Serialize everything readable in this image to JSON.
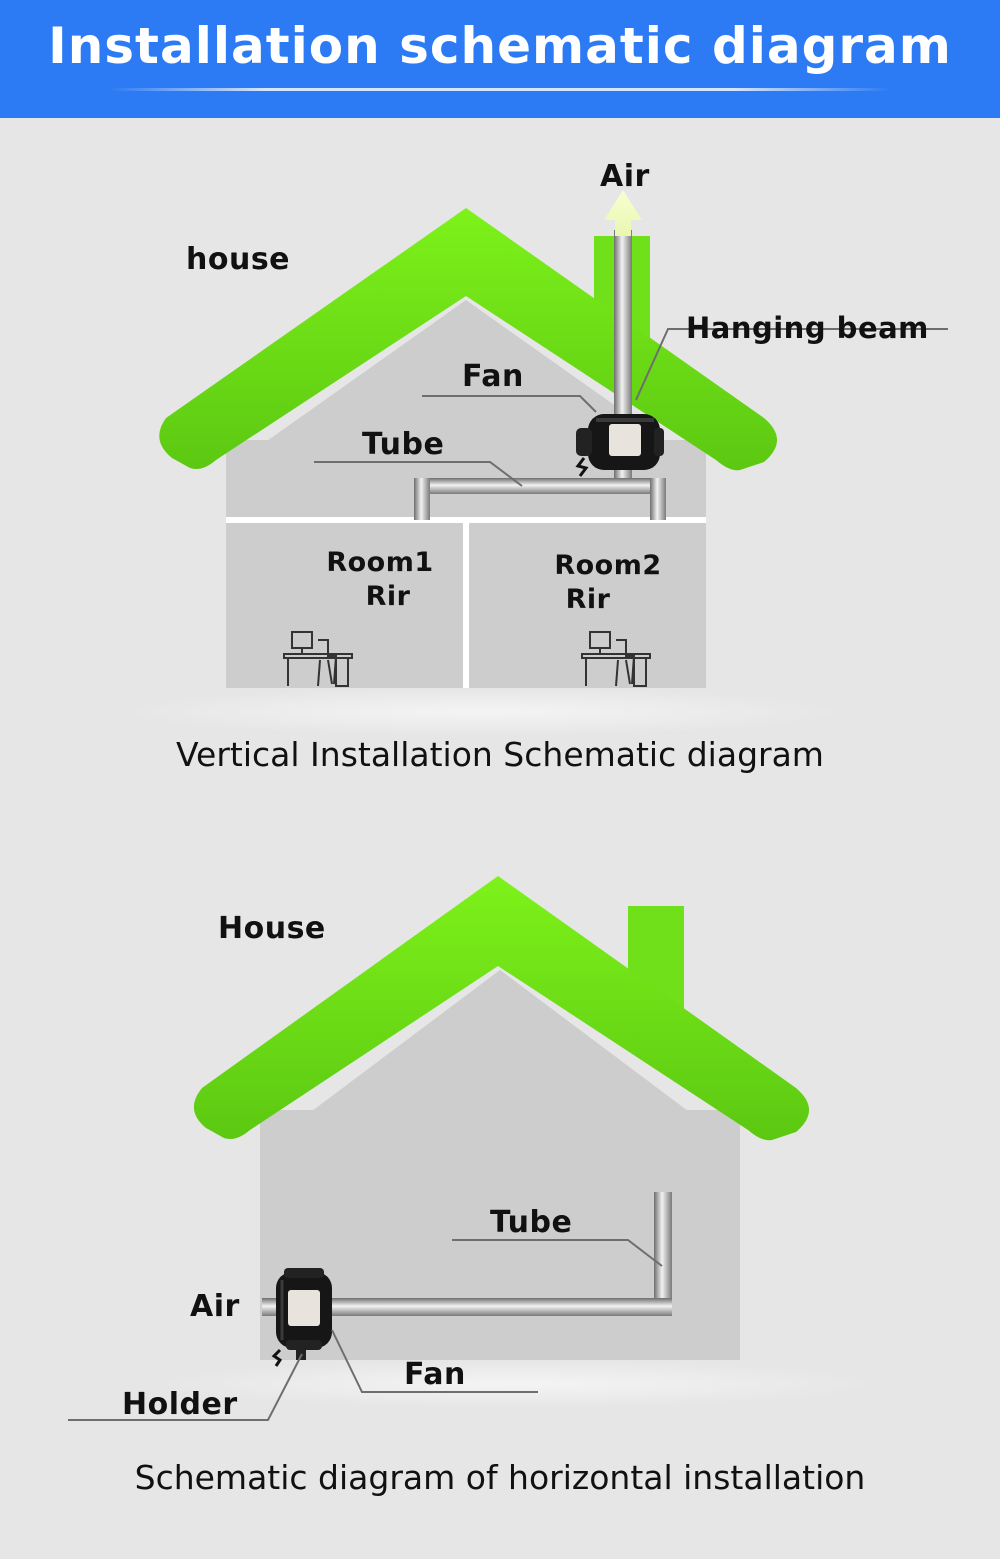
{
  "header": {
    "title": "Installation schematic diagram"
  },
  "vertical": {
    "labels": {
      "air": "Air",
      "house": "house",
      "hanging_beam": "Hanging beam",
      "fan": "Fan",
      "tube": "Tube"
    },
    "rooms": [
      {
        "name": "Room1",
        "sub": "Rir"
      },
      {
        "name": "Room2",
        "sub": "Rir"
      }
    ],
    "caption": "Vertical Installation Schematic diagram"
  },
  "horizontal": {
    "labels": {
      "house": "House",
      "tube": "Tube",
      "air": "Air",
      "fan": "Fan",
      "holder": "Holder"
    },
    "caption": "Schematic diagram of horizontal installation"
  },
  "colors": {
    "header_bg": "#2c7bf4",
    "roof_green": "#6fe019",
    "wall_gray": "#cdcdcd",
    "background": "#e6e6e6"
  }
}
